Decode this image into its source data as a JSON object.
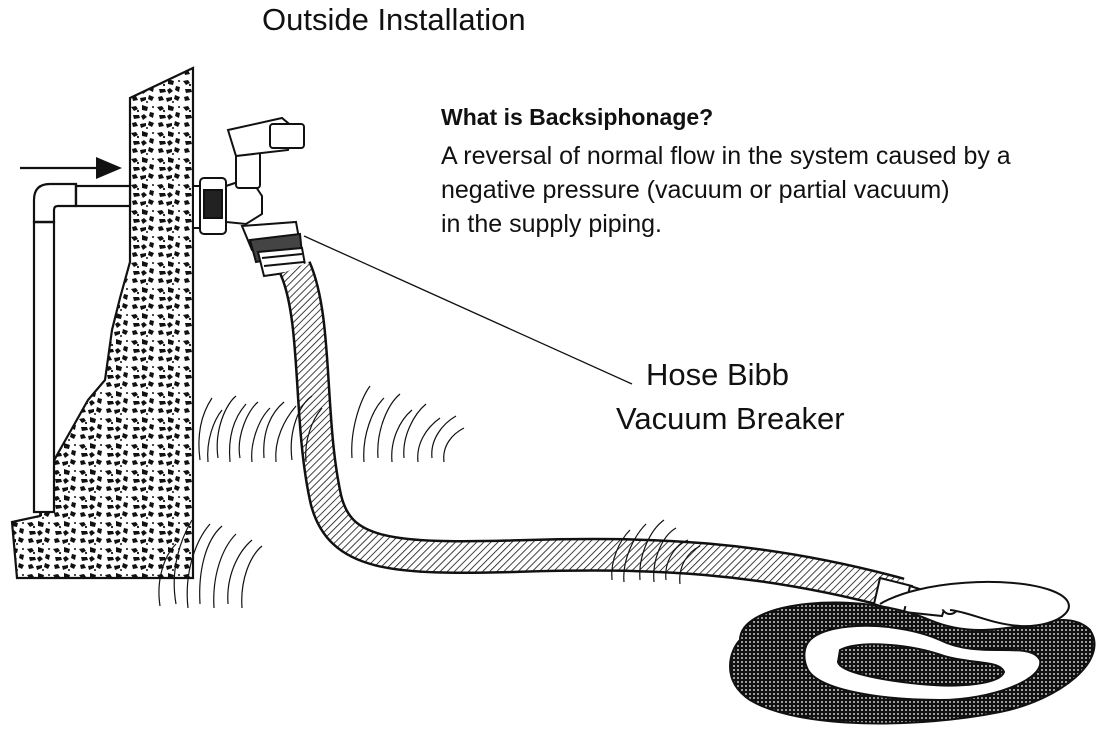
{
  "title": "Outside Installation",
  "definition": {
    "heading": "What is Backsiphonage?",
    "lines": [
      "A reversal of normal flow in the system caused by a",
      "negative pressure (vacuum or partial vacuum)",
      "in the supply piping."
    ]
  },
  "callout": {
    "line1": "Hose Bibb",
    "line2": "Vacuum Breaker"
  }
}
